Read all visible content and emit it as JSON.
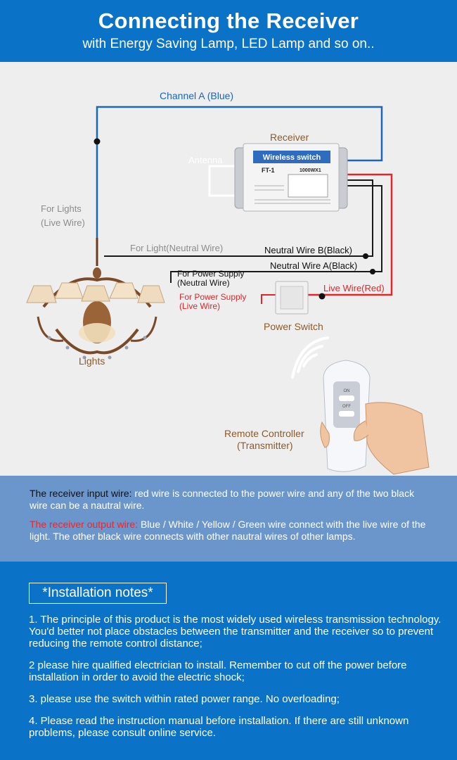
{
  "header": {
    "title": "Connecting the Receiver",
    "subtitle": "with Energy Saving  Lamp, LED Lamp and so on.."
  },
  "diagram": {
    "channel_a": "Channel A (Blue)",
    "receiver": "Receiver",
    "antenna": "Antenna",
    "receiver_panel_title": "Wireless switch",
    "receiver_model": "FT-1",
    "receiver_power": "1000WX1",
    "for_lights_line1": "For Lights",
    "for_lights_line2": "(Live Wire)",
    "for_light_neutral": "For Light(Neutral Wire)",
    "neutral_b": "Neutral Wire  B(Black)",
    "neutral_a": "Neutral Wire  A(Black)",
    "power_supply_neutral_line1": "For Power Supply",
    "power_supply_neutral_line2": "(Neutral Wire)",
    "power_supply_live_line1": "For Power Supply",
    "power_supply_live_line2": "(Live Wire)",
    "live_wire_red": "Live Wire(Red)",
    "power_switch": "Power Switch",
    "lights": "Lights",
    "remote_line1": "Remote Controller",
    "remote_line2": "(Transmitter)",
    "remote_on": "ON",
    "remote_off": "OFF",
    "colors": {
      "blue_wire": "#1a66b8",
      "red_wire": "#e0262a",
      "black_wire": "#1a1a1a"
    }
  },
  "info": {
    "input_key": "The receiver input wire:",
    "input_text": " red wire is connected to the power wire and any of the two black wire can be a nautral wire.",
    "output_key": "The receiver output wire:",
    "output_text": " Blue / White / Yellow / Green wire connect with the live wire of the light. The other black wire connects with other nautral wires of other lamps."
  },
  "notes": {
    "title": "*Installation notes*",
    "items": [
      "1. The principle of this product is the most widely used wireless transmission technology. You'd better not  place obstacles between the transmitter and the receiver so to prevent reducing the remote control distance;",
      "2 please hire qualified electrician to install. Remember to cut off the power before installation in order to avoid the electric shock;",
      "3. please use the switch within rated power range. No overloading;",
      "4. Please read the instruction manual before installation.  If there are still unknown problems, please consult online service."
    ]
  }
}
